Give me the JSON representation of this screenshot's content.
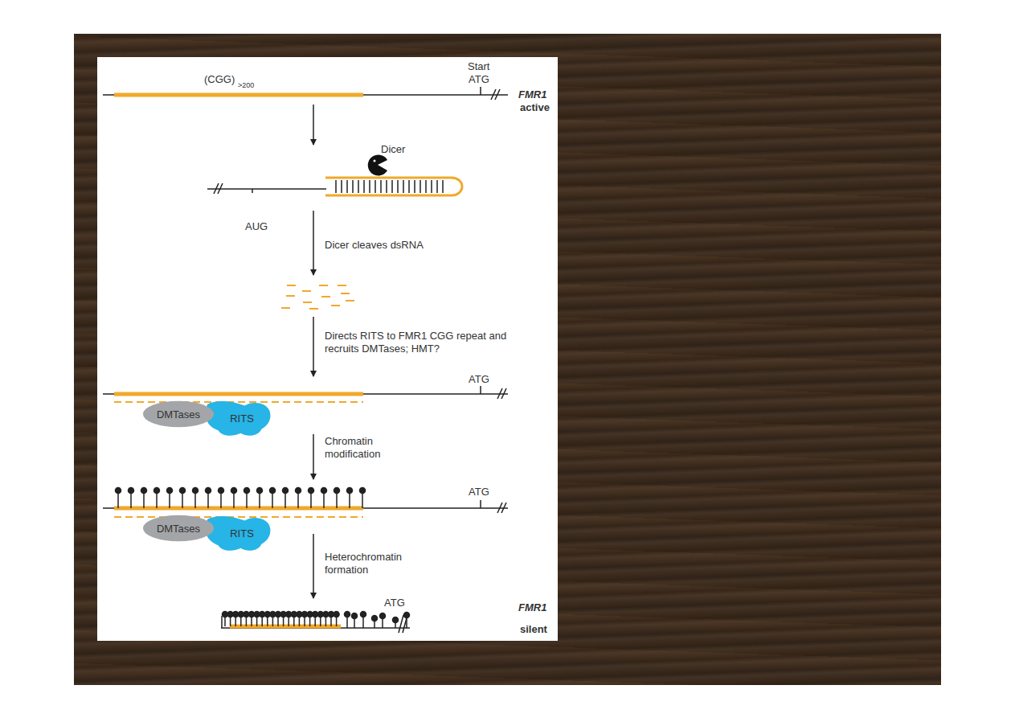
{
  "diagram": {
    "nodes": [
      {
        "text": [
          "DMTases"
        ]
      },
      {
        "text": [
          "RITS"
        ]
      },
      {
        "text": [
          "DMTases"
        ]
      },
      {
        "text": [
          "RITS"
        ]
      }
    ],
    "labels": [
      "(CGG)",
      ">200",
      "Start",
      "ATG",
      "FMR1",
      "active",
      "Dicer",
      "AUG",
      "Dicer cleaves dsRNA",
      "Directs RITS to FMR1 CGG repeat and recruits DMTases; HMT?",
      "ATG",
      "Chromatin modification",
      "ATG",
      "Heterochromatin formation",
      "ATG",
      "FMR1",
      "silent"
    ]
  }
}
